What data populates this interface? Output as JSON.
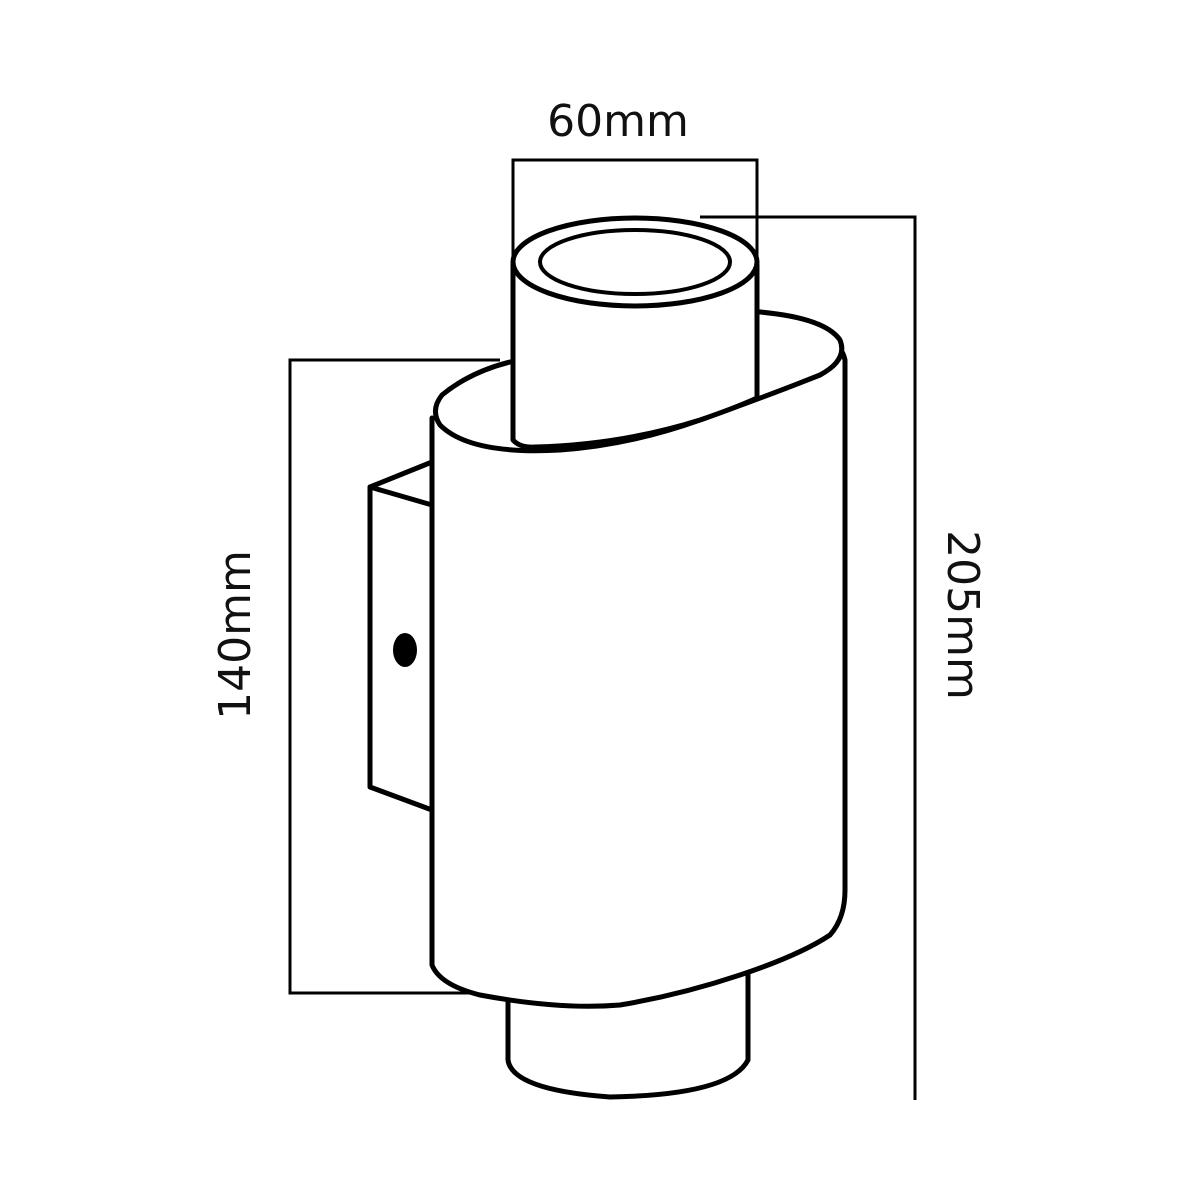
{
  "drawing": {
    "subject": "wall lamp",
    "stroke_color": "#000000",
    "background_color": "#ffffff"
  },
  "dimensions": {
    "width": {
      "label": "60mm",
      "orientation": "horizontal"
    },
    "body_height": {
      "label": "140mm",
      "orientation": "vertical-bottom-to-top"
    },
    "total_height": {
      "label": "205mm",
      "orientation": "vertical-top-to-bottom"
    }
  }
}
